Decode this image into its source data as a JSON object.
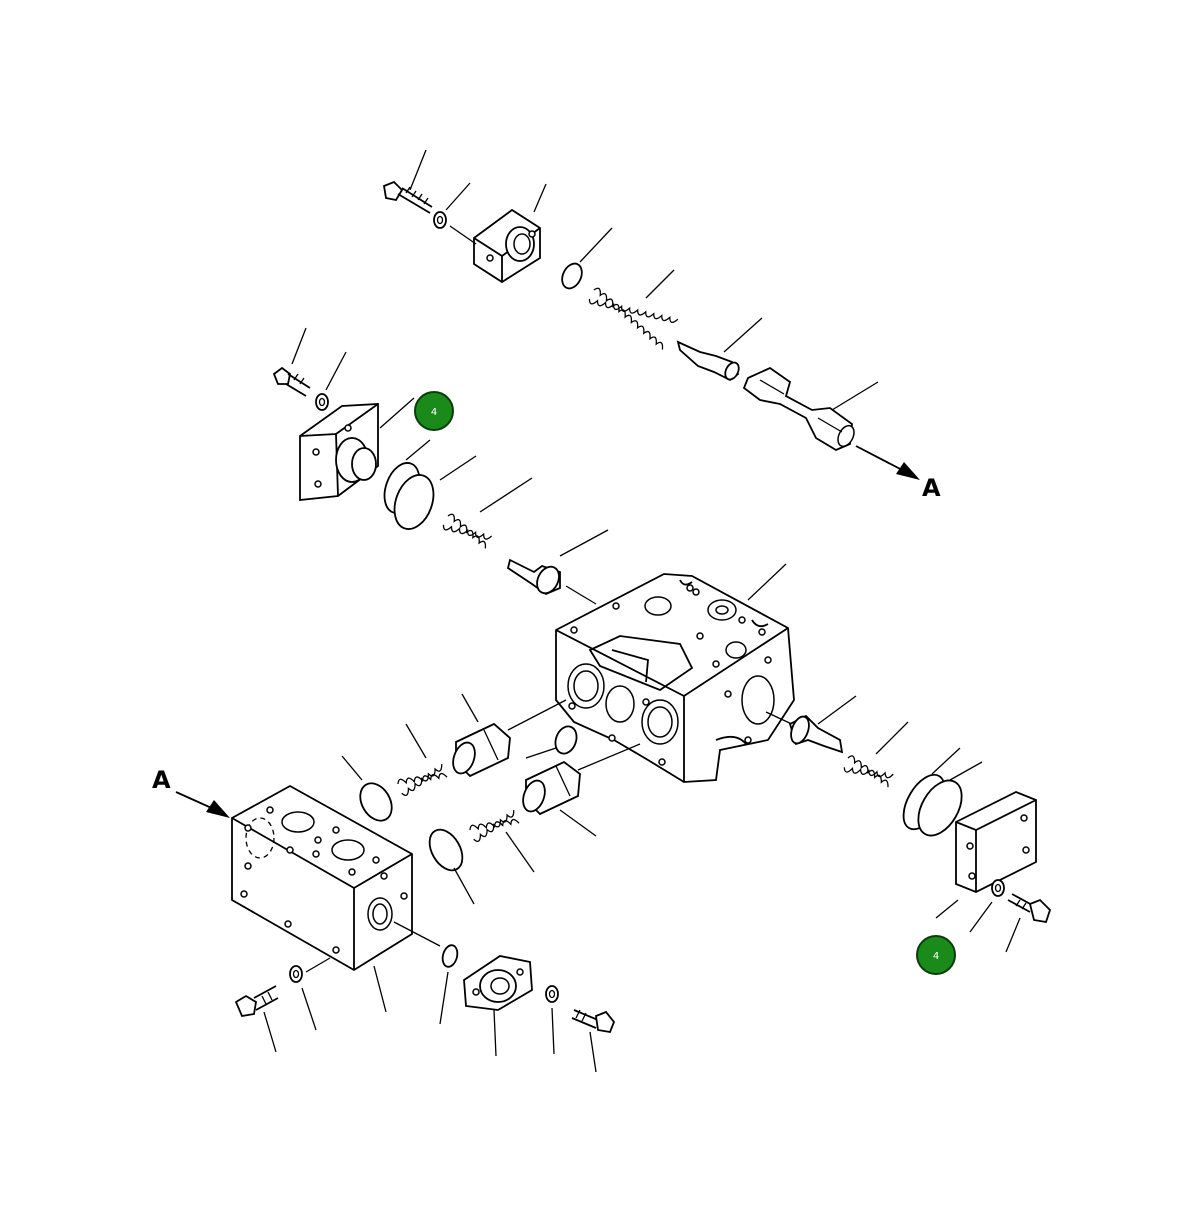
{
  "view_labels": {
    "arrow_a_top": "A",
    "arrow_a_left": "A"
  },
  "callouts": [
    {
      "number": "4",
      "color": "#1a8a1a"
    },
    {
      "number": "4",
      "color": "#1a8a1a"
    }
  ]
}
